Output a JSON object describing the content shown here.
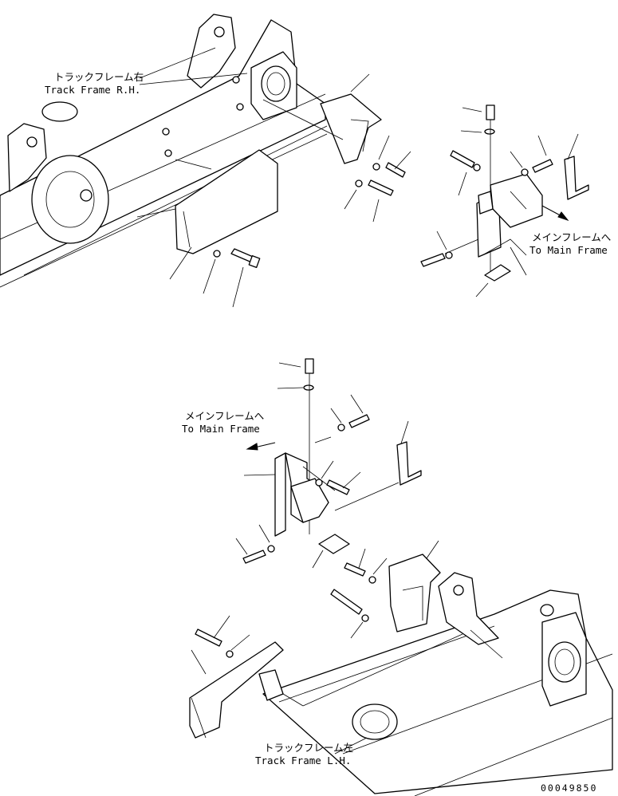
{
  "labels": {
    "track_frame_rh_jp": "トラックフレーム右",
    "track_frame_rh_en": "Track Frame R.H.",
    "main_frame_right_jp": "メインフレームへ",
    "main_frame_right_en": "To Main Frame",
    "main_frame_left_jp": "メインフレームへ",
    "main_frame_left_en": "To Main Frame",
    "track_frame_lh_jp": "トラックフレーム左",
    "track_frame_lh_en": "Track Frame L.H.",
    "drawing_number": "00049850"
  }
}
